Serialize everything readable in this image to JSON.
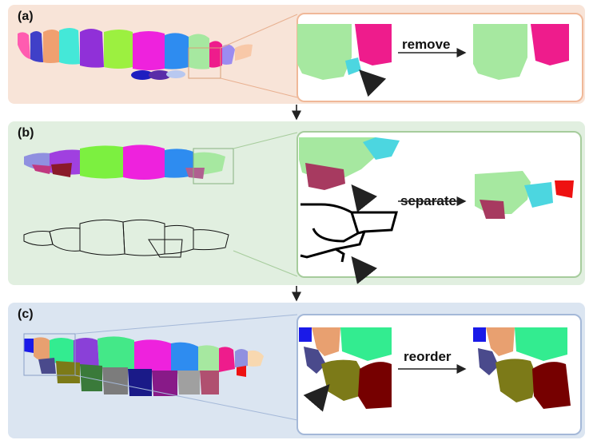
{
  "panels": {
    "a": {
      "label": "(a)",
      "operation": "remove"
    },
    "b": {
      "label": "(b)",
      "operation": "separate"
    },
    "c": {
      "label": "(c)",
      "operation": "reorder"
    }
  },
  "colors": {
    "panel_a_bg": "#f8e4d8",
    "panel_b_bg": "#e1efe0",
    "panel_c_bg": "#dbe5f1",
    "marker_arrow": "#c0201e",
    "light_green": "#a6e8a0",
    "magenta": "#ee1c8c",
    "maroon": "#a73a60",
    "cyan": "#4cd6e0",
    "red": "#ee1111",
    "olive": "#7c7a18",
    "dark_red": "#760000",
    "slate_purple": "#4a4a8c",
    "tan": "#e8a070",
    "blue": "#1a1ae8",
    "spring_green": "#33ec90"
  }
}
